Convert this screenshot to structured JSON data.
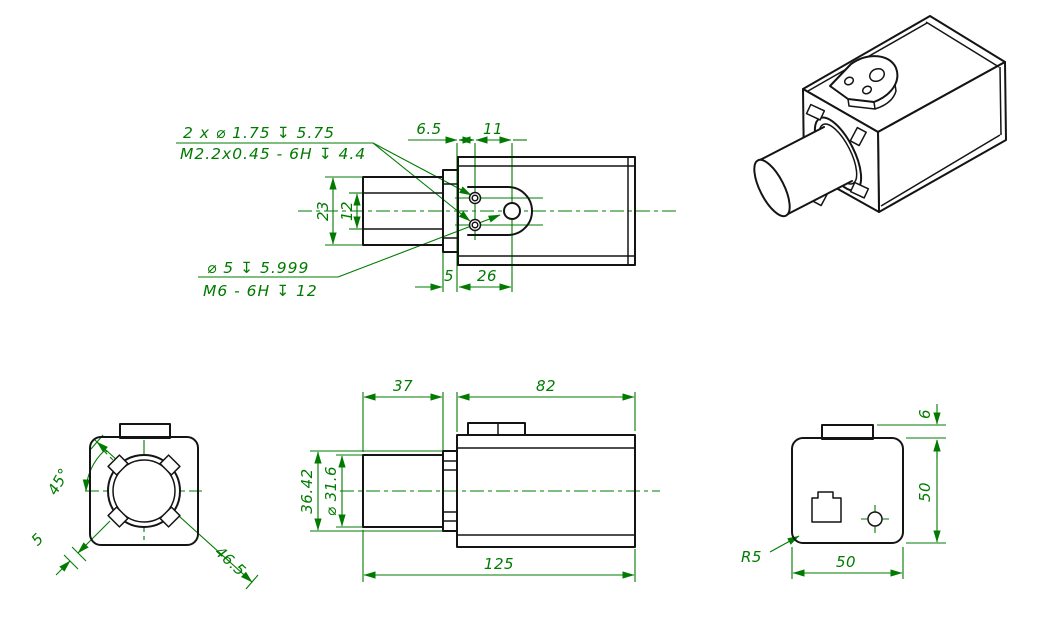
{
  "drawing": {
    "background": "#ffffff",
    "outline_color": "#141414",
    "dimension_color": "#007b00",
    "views": {
      "top": {
        "callout_small_holes": {
          "line1": "2 x ⌀ 1.75 ↧ 5.75",
          "line2": "M2.2x0.45 - 6H ↧ 4.4"
        },
        "callout_center_hole": {
          "line1": "⌀ 5 ↧ 5.999",
          "line2": "M6 - 6H ↧ 12"
        },
        "dims": {
          "edge_to_holes": "6.5",
          "hole_to_center": "11",
          "barrel_od": "23",
          "barrel_step": "12",
          "flange_width": "5",
          "boss_length": "26"
        }
      },
      "front": {
        "dims": {
          "lug_angle": "45°",
          "lug_width": "5",
          "lug_diagonal": "46.5"
        }
      },
      "side": {
        "dims": {
          "barrel_length": "37",
          "body_length": "82",
          "flange_od": "36.42",
          "barrel_dia": "⌀ 31.6",
          "total_length": "125"
        }
      },
      "rear": {
        "dims": {
          "tab_height": "6",
          "body_height": "50",
          "body_width": "50",
          "corner_radius": "R5"
        }
      }
    }
  }
}
